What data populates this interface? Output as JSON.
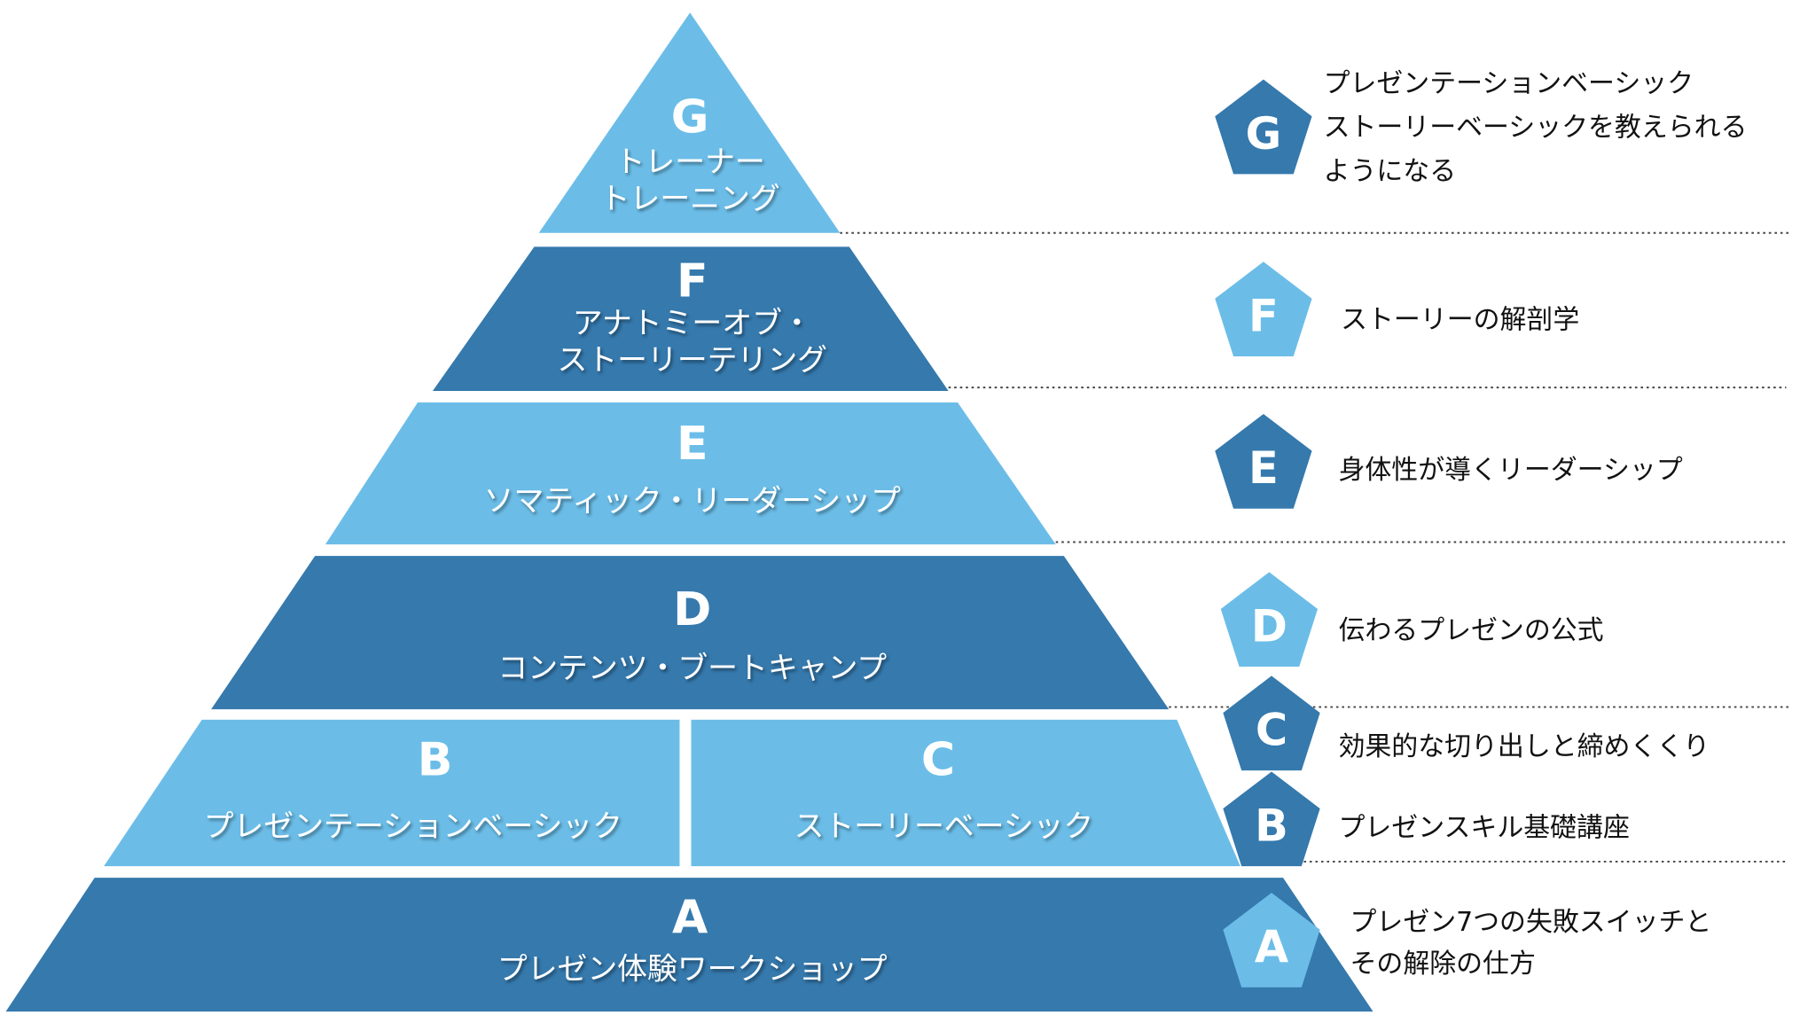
{
  "colors": {
    "light": "#6bbde8",
    "dark": "#3579ad"
  },
  "pyramid": {
    "G": {
      "letter": "G",
      "lines": [
        "トレーナー",
        "トレーニング"
      ]
    },
    "F": {
      "letter": "F",
      "lines": [
        "アナトミーオブ・",
        "ストーリーテリング"
      ]
    },
    "E": {
      "letter": "E",
      "lines": [
        "ソマティック・リーダーシップ"
      ]
    },
    "D": {
      "letter": "D",
      "lines": [
        "コンテンツ・ブートキャンプ"
      ]
    },
    "B": {
      "letter": "B",
      "lines": [
        "プレゼンテーションベーシック"
      ]
    },
    "C": {
      "letter": "C",
      "lines": [
        "ストーリーベーシック"
      ]
    },
    "A": {
      "letter": "A",
      "lines": [
        "プレゼン体験ワークショップ"
      ]
    }
  },
  "legend": {
    "G": {
      "letter": "G",
      "lines": [
        "プレゼンテーションベーシック",
        "ストーリーベーシックを教えられる",
        "ようになる"
      ]
    },
    "F": {
      "letter": "F",
      "lines": [
        "ストーリーの解剖学"
      ]
    },
    "E": {
      "letter": "E",
      "lines": [
        "身体性が導くリーダーシップ"
      ]
    },
    "D": {
      "letter": "D",
      "lines": [
        "伝わるプレゼンの公式"
      ]
    },
    "C": {
      "letter": "C",
      "lines": [
        "効果的な切り出しと締めくくり"
      ]
    },
    "B": {
      "letter": "B",
      "lines": [
        "プレゼンスキル基礎講座"
      ]
    },
    "A": {
      "letter": "A",
      "lines": [
        "プレゼン7つの失敗スイッチと",
        "その解除の仕方"
      ]
    }
  }
}
